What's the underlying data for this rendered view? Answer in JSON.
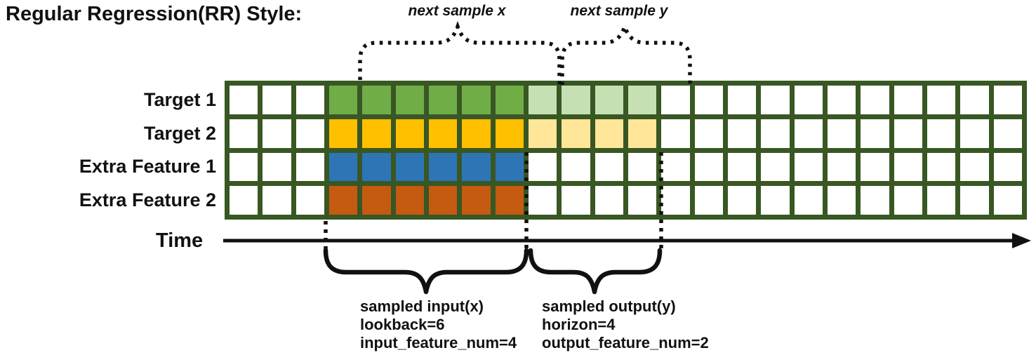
{
  "title": "Regular Regression(RR) Style:",
  "top_labels": {
    "next_sample_x": "next sample x",
    "next_sample_y": "next sample y"
  },
  "grid": {
    "columns": 24,
    "border_color": "#385723",
    "cell_colors": {
      "empty": "#FFFFFF",
      "target1_input": "#70AD47",
      "target1_output": "#C6E0B4",
      "target2_input": "#FFC000",
      "target2_output": "#FFE699",
      "extra1_input": "#2E75B6",
      "extra2_input": "#C55A11"
    },
    "rows": [
      {
        "label": "Target 1",
        "segments": [
          {
            "count": 3,
            "color": "#FFFFFF"
          },
          {
            "count": 6,
            "color": "#70AD47"
          },
          {
            "count": 4,
            "color": "#C6E0B4"
          },
          {
            "count": 11,
            "color": "#FFFFFF"
          }
        ]
      },
      {
        "label": "Target 2",
        "segments": [
          {
            "count": 3,
            "color": "#FFFFFF"
          },
          {
            "count": 6,
            "color": "#FFC000"
          },
          {
            "count": 4,
            "color": "#FFE699"
          },
          {
            "count": 11,
            "color": "#FFFFFF"
          }
        ]
      },
      {
        "label": "Extra Feature 1",
        "segments": [
          {
            "count": 3,
            "color": "#FFFFFF"
          },
          {
            "count": 6,
            "color": "#2E75B6"
          },
          {
            "count": 15,
            "color": "#FFFFFF"
          }
        ]
      },
      {
        "label": "Extra Feature 2",
        "segments": [
          {
            "count": 3,
            "color": "#FFFFFF"
          },
          {
            "count": 6,
            "color": "#C55A11"
          },
          {
            "count": 15,
            "color": "#FFFFFF"
          }
        ]
      }
    ]
  },
  "time_axis": {
    "label": "Time"
  },
  "bottom_annotations": {
    "input": {
      "lines": [
        "sampled input(x)",
        "lookback=6",
        "input_feature_num=4"
      ]
    },
    "output": {
      "lines": [
        "sampled output(y)",
        "horizon=4",
        "output_feature_num=2"
      ]
    }
  }
}
